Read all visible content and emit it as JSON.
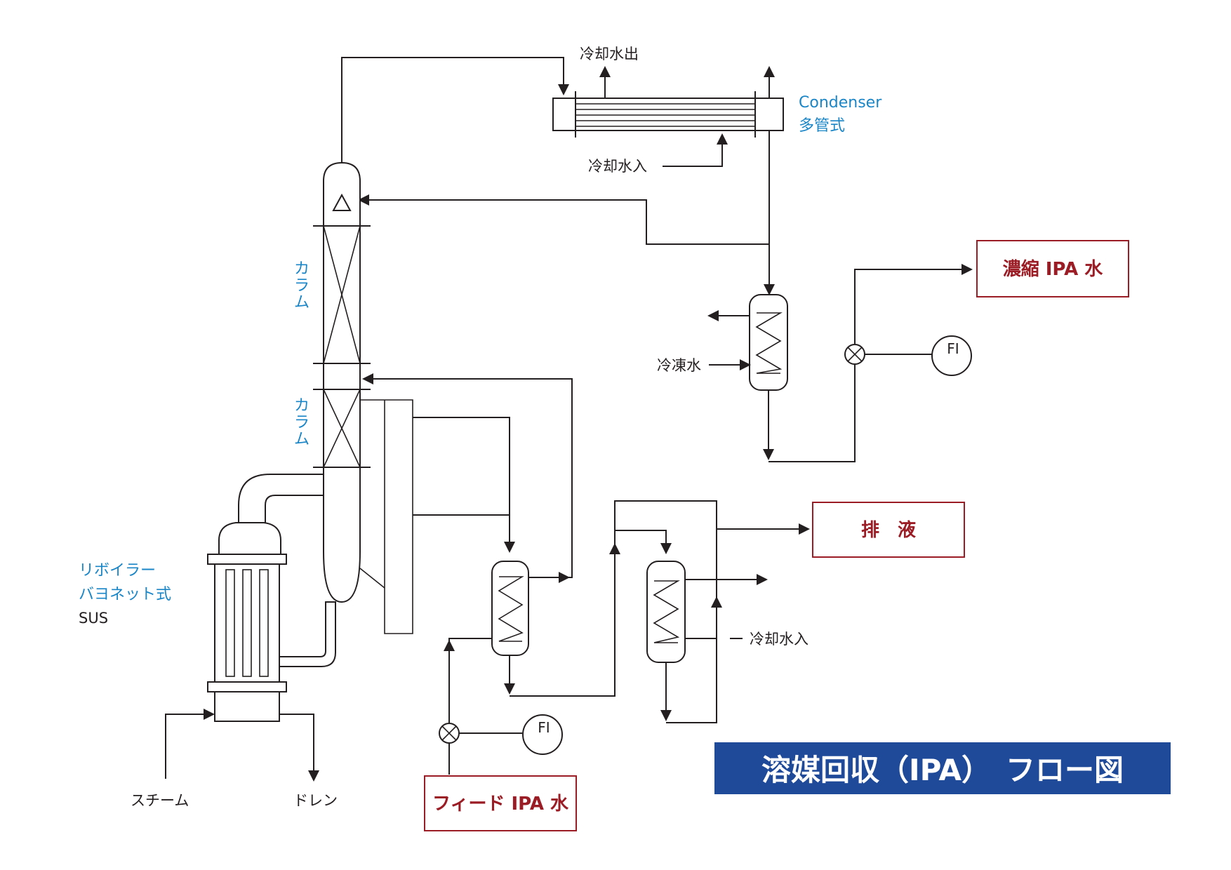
{
  "title": "溶媒回収（IPA）　フロー図",
  "colors": {
    "line": "#231f20",
    "equipment_label": "#1a86c8",
    "product_label": "#9b1c24",
    "title_bar": "#1f4a9a"
  },
  "condenser": {
    "name_en": "Condenser",
    "name_jp": "多管式"
  },
  "cooling_water_out": "冷却水出",
  "cooling_water_in": "冷却水入",
  "chilled_water": "冷凍水",
  "column_upper": "カラム",
  "column_lower": "カラム",
  "reboiler": {
    "line1": "リボイラー",
    "line2": "バヨネット式",
    "line3": "SUS"
  },
  "steam": "スチーム",
  "drain": "ドレン",
  "products": {
    "concentrated": "濃縮 IPA 水",
    "waste": "排　液",
    "feed": "フィード IPA 水"
  },
  "instrument": "FI"
}
